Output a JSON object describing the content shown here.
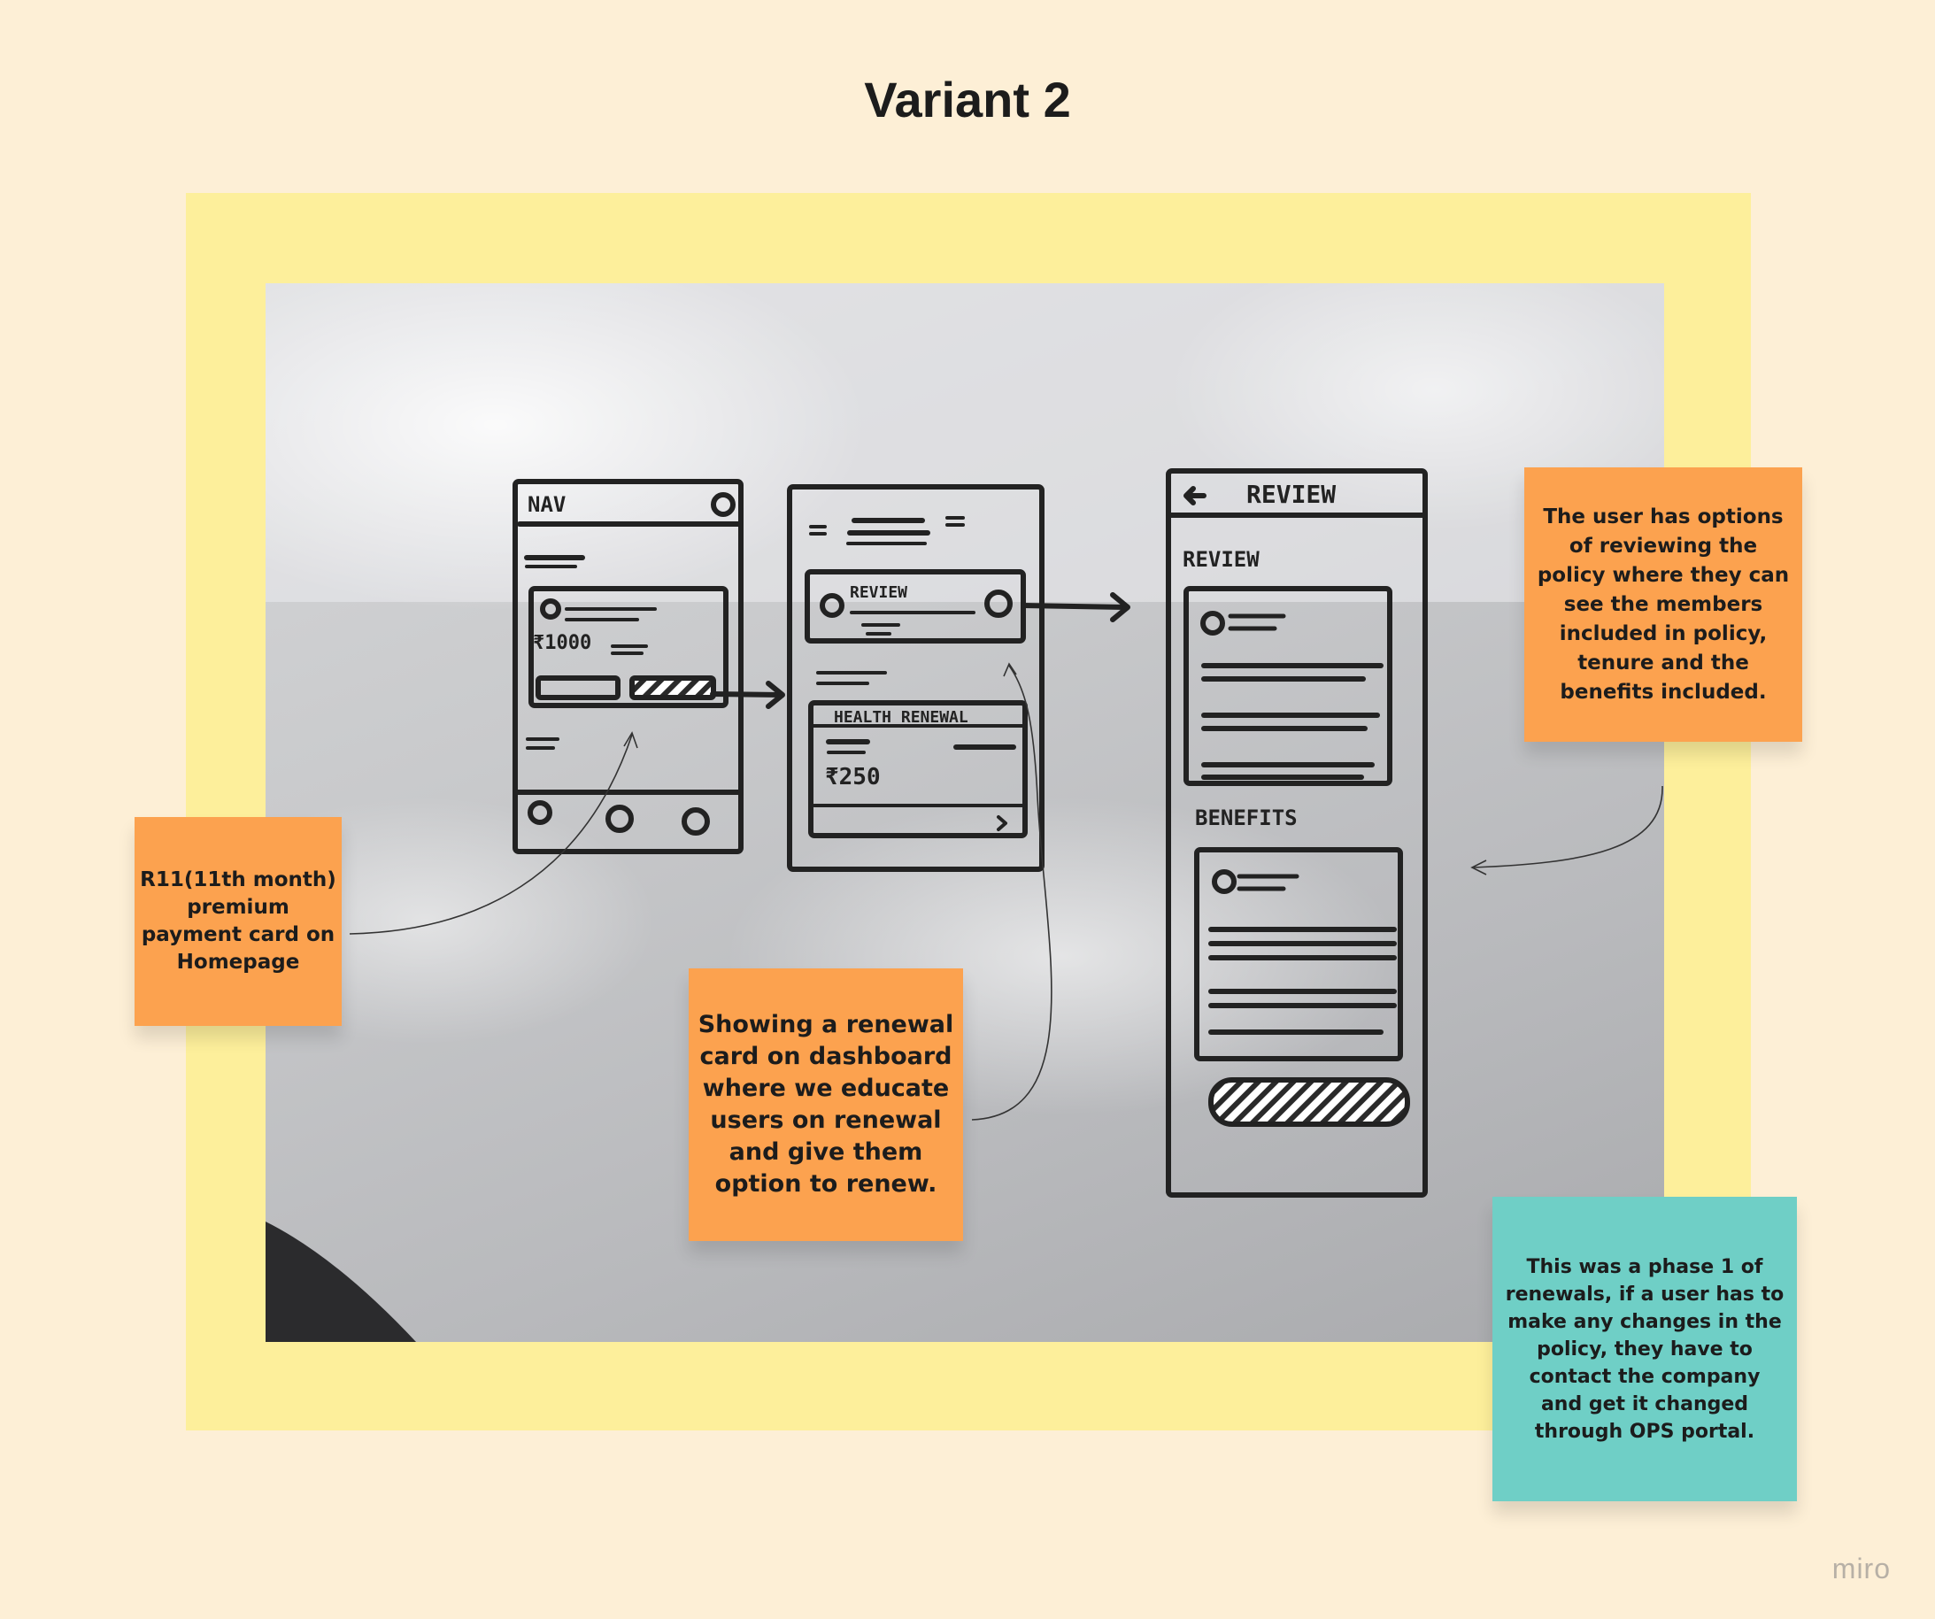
{
  "board": {
    "title": "Variant 2",
    "watermark": "miro"
  },
  "sketch": {
    "screen1_header": "NAV",
    "screen1_amount": "₹1000",
    "screen2_card_label": "REVIEW",
    "screen2_card2_label": "HEALTH RENEWAL",
    "screen2_amount": "₹250",
    "screen3_header": "REVIEW",
    "screen3_section1": "REVIEW",
    "screen3_section2": "BENEFITS"
  },
  "notes": [
    {
      "id": "r11",
      "color": "#fca24f",
      "text": "R11(11th month)\npremium\npayment card on\nHomepage"
    },
    {
      "id": "renewal-card",
      "color": "#fca24f",
      "text": "Showing a renewal\ncard on dashboard\nwhere we educate\nusers on renewal\nand give them\noption to renew."
    },
    {
      "id": "review-options",
      "color": "#fca24f",
      "text": "The user has options\nof reviewing the\npolicy where they can\nsee the members\nincluded in policy,\ntenure and the\nbenefits included."
    },
    {
      "id": "phase1",
      "color": "#6fcfc6",
      "text": "This was a phase 1 of\nrenewals, if a user has to\nmake any changes in the\npolicy, they have to\ncontact the company\nand  get it changed\nthrough OPS portal."
    }
  ]
}
